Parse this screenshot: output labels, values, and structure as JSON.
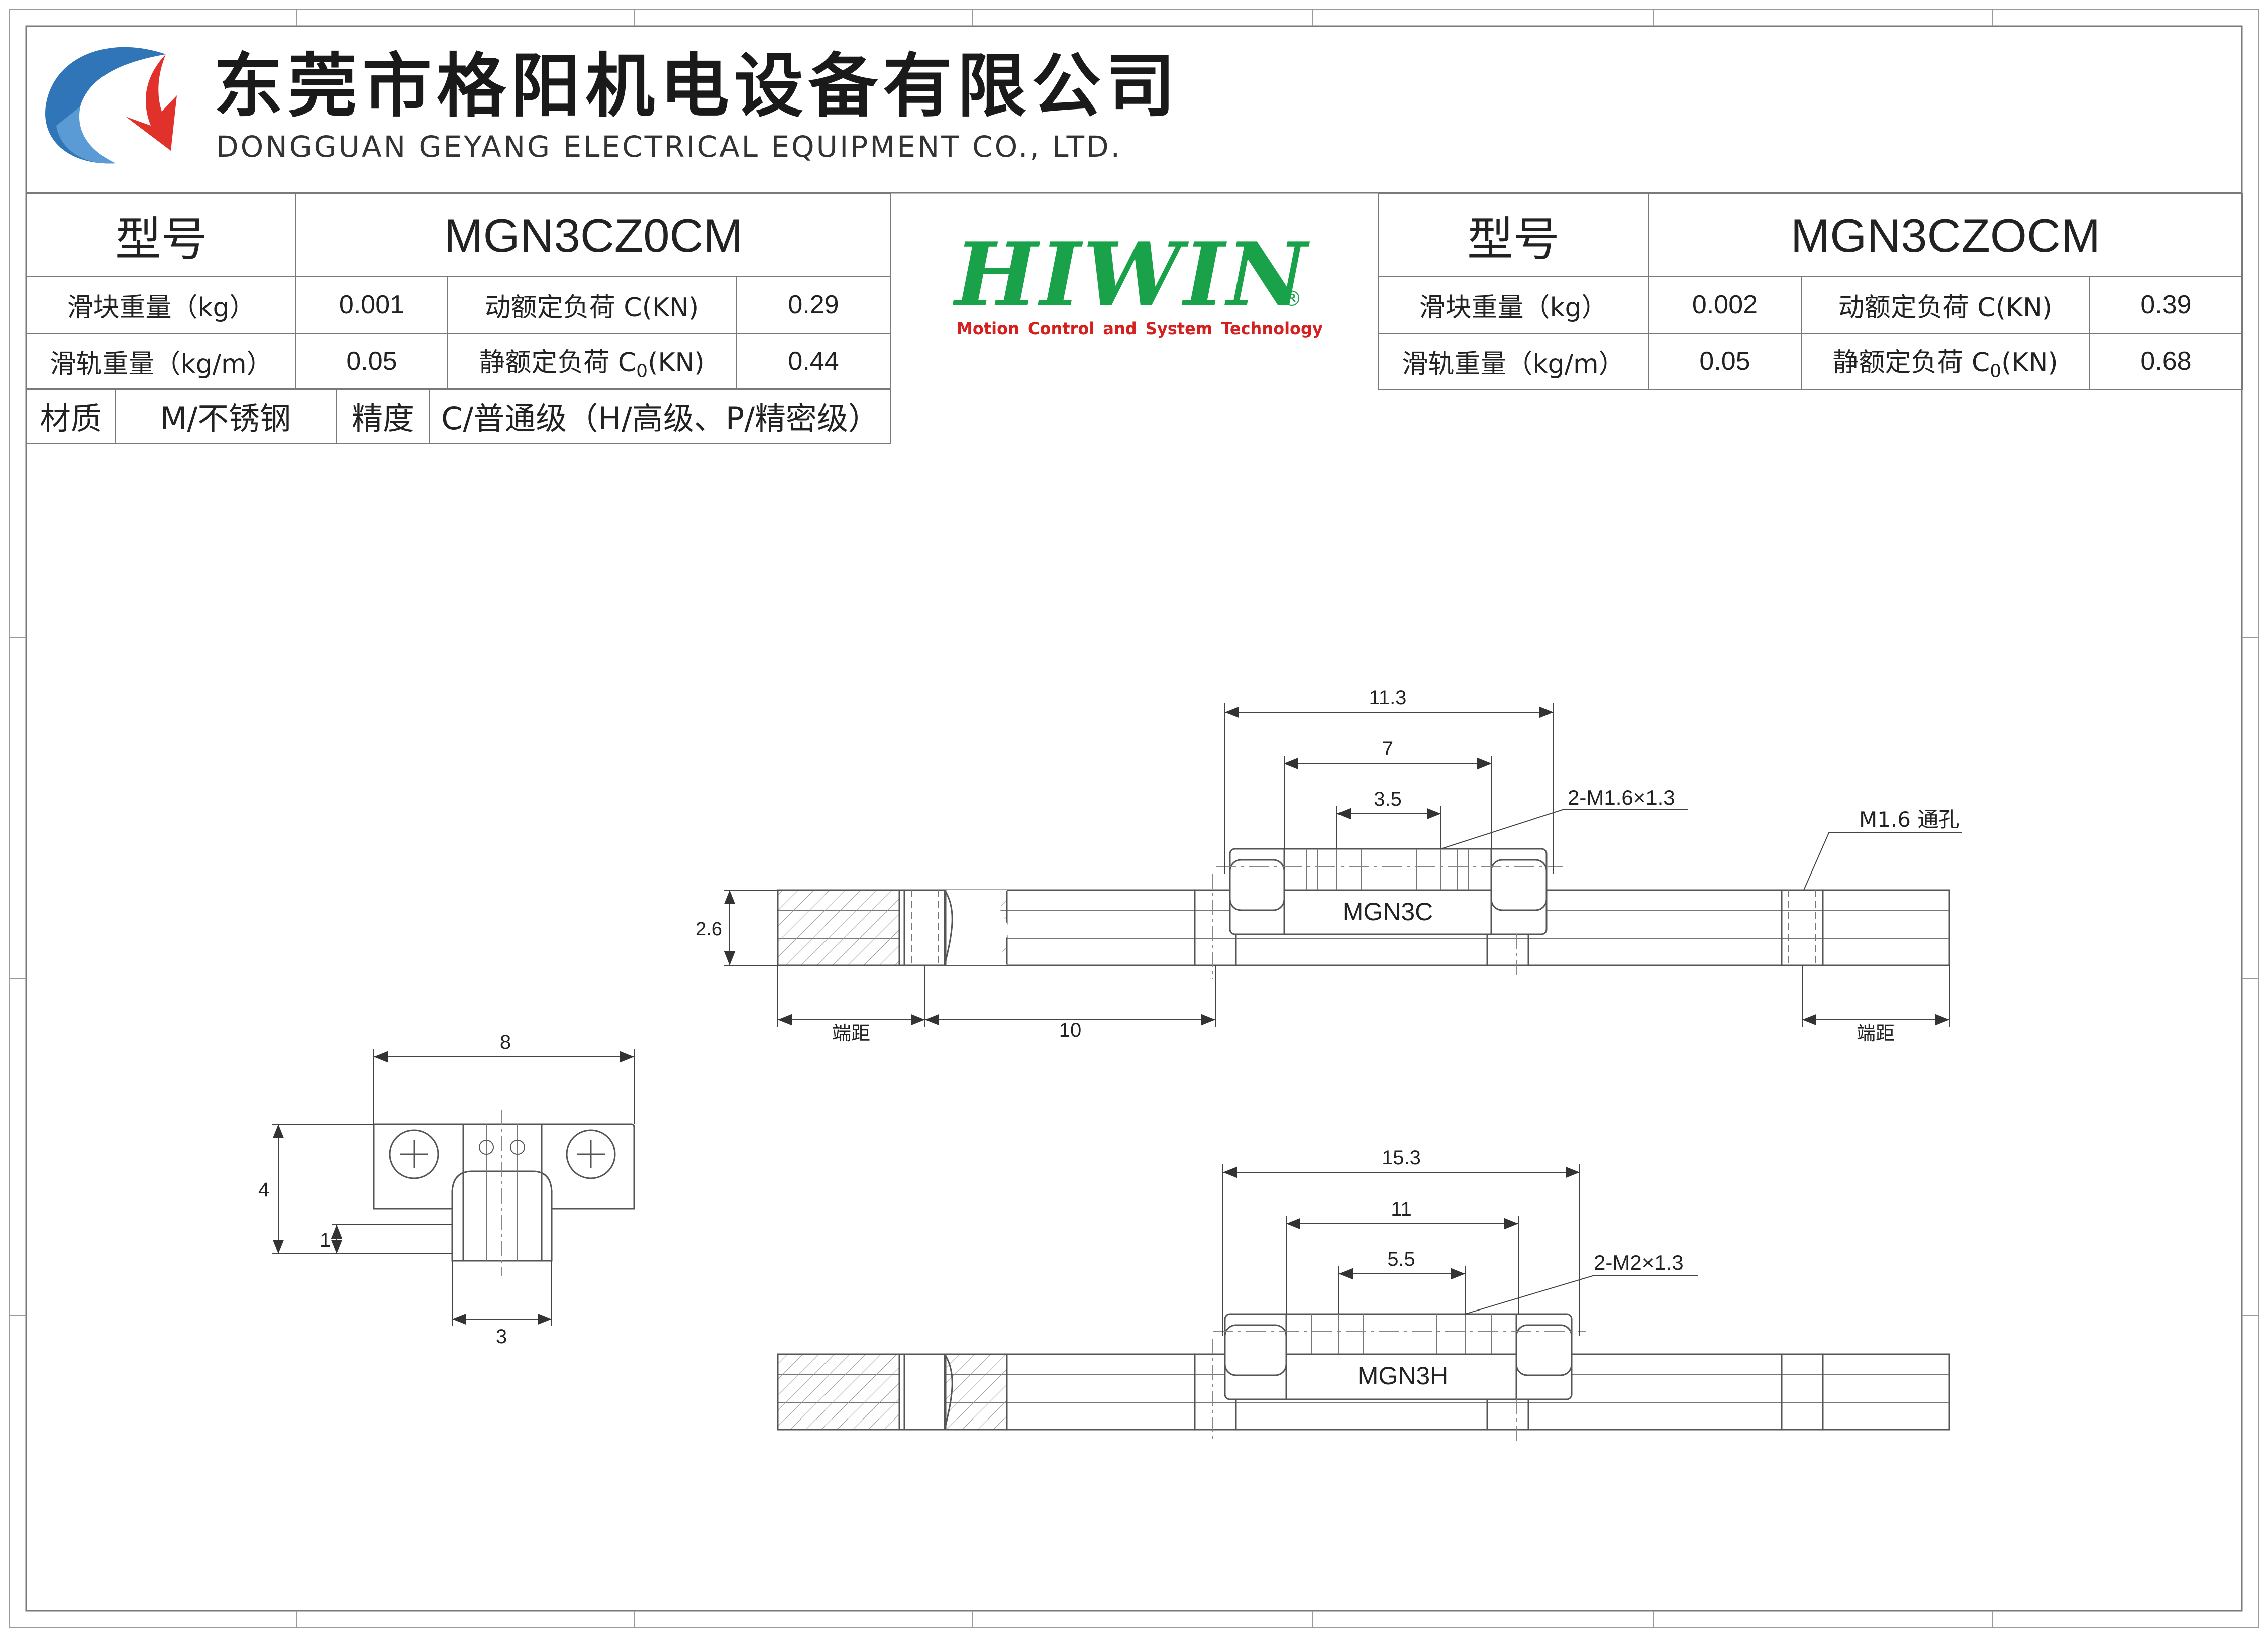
{
  "company": {
    "name_cn": "东莞市格阳机电设备有限公司",
    "name_en": "DONGGUAN GEYANG ELECTRICAL EQUIPMENT CO., LTD."
  },
  "spec_left": {
    "model_label": "型号",
    "model": "MGN3CZ0CM",
    "block_weight_label": "滑块重量（kg）",
    "block_weight": "0.001",
    "dynamic_load_label": "动额定负荷 C(KN)",
    "dynamic_load": "0.29",
    "rail_weight_label": "滑轨重量（kg/m）",
    "rail_weight": "0.05",
    "static_load_label_pre": "静额定负荷 C",
    "static_load_label_sub": "0",
    "static_load_label_post": "(KN)",
    "static_load": "0.44"
  },
  "spec_right": {
    "model_label": "型号",
    "model": "MGN3CZOCM",
    "block_weight_label": "滑块重量（kg）",
    "block_weight": "0.002",
    "dynamic_load_label": "动额定负荷 C(KN)",
    "dynamic_load": "0.39",
    "rail_weight_label": "滑轨重量（kg/m）",
    "rail_weight": "0.05",
    "static_load_label_pre": "静额定负荷 C",
    "static_load_label_sub": "0",
    "static_load_label_post": "(KN)",
    "static_load": "0.68"
  },
  "materials": {
    "material_label": "材质",
    "material_value": "M/不锈钢",
    "precision_label": "精度",
    "precision_value": "C/普通级（H/高级、P/精密级）"
  },
  "hiwin": {
    "word": "HIWIN",
    "reg": "®",
    "tagline": "Motion Control and System Technology"
  },
  "colors": {
    "hiwin_green": "#19a24a",
    "hiwin_red": "#d4211f",
    "logo_blue": "#2f75b8",
    "logo_red": "#e0312b"
  },
  "drawing": {
    "view1": {
      "dim_top": "11.3",
      "dim_mid": "7",
      "dim_inner": "3.5",
      "callout_screw": "2-M1.6×1.3",
      "callout_hole": "M1.6 通孔",
      "block_label": "MGN3C",
      "dim_height": "2.6",
      "dim_end_left": "端距",
      "dim_pitch": "10",
      "dim_end_right": "端距"
    },
    "view2": {
      "dim_top": "15.3",
      "dim_mid": "11",
      "dim_inner": "5.5",
      "callout_screw": "2-M2×1.3",
      "block_label": "MGN3H"
    },
    "section": {
      "dim_width": "8",
      "dim_height": "4",
      "dim_clearance": "1",
      "dim_rail_width": "3"
    }
  }
}
